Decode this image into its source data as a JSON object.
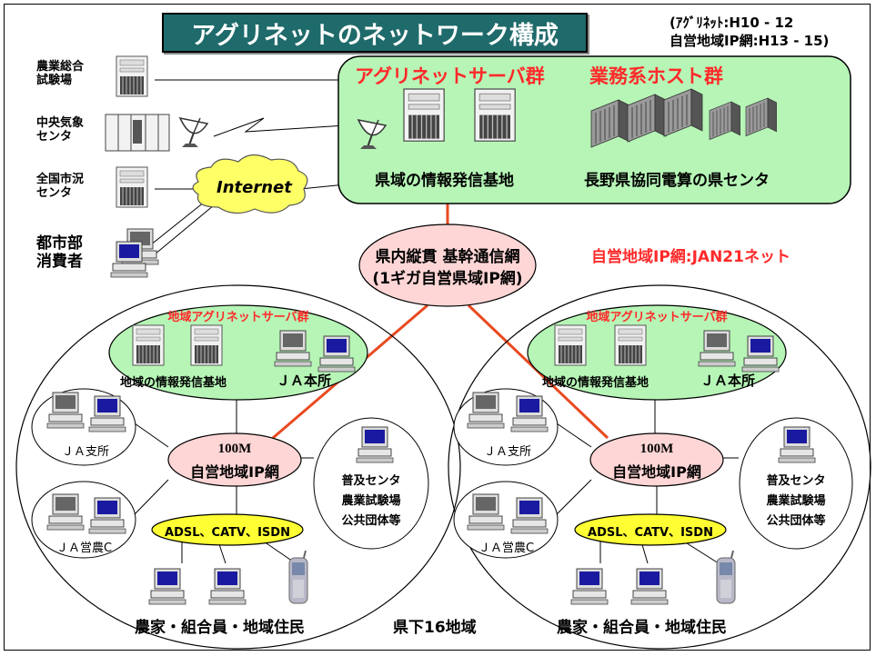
{
  "title": "アグリネットのネットワーク構成",
  "period": {
    "line1": "(ｱｸﾞﾘﾈｯﾄ:H10 - 12",
    "line2": "自営地域IP網:H13 - 15)"
  },
  "left_sites": [
    {
      "line1": "農業総合",
      "line2": "試験場"
    },
    {
      "line1": "中央気象",
      "line2": "センタ"
    },
    {
      "line1": "全国市況",
      "line2": "センタ"
    },
    {
      "line1": "都市部",
      "line2": "消費者"
    }
  ],
  "internet_label": "Internet",
  "server_panel": {
    "agri_title": "アグリネットサーバ群",
    "host_title": "業務系ホスト群",
    "agri_caption": "県域の情報発信基地",
    "host_caption": "長野県協同電算の県センタ"
  },
  "backbone": {
    "line1": "県内縦貫 基幹通信網",
    "line2": "(1ギガ自営県域IP網)"
  },
  "jan_label": "自営地域IP網:JAN21ネット",
  "regions": [
    {
      "server_title": "地域アグリネットサーバ群",
      "info_base": "地域の情報発信基地",
      "ja_head": "ＪＡ本所",
      "ja_branch": "ＪＡ支所",
      "ja_farm": "ＪＡ営農C",
      "net_line1": "100M",
      "net_line2": "自営地域IP網",
      "access": "ADSL、CATV、ISDN",
      "public_orgs": [
        "普及センタ",
        "農業試験場",
        "公共団体等"
      ],
      "users": "農家・組合員・地域住民"
    },
    {
      "server_title": "地域アグリネットサーバ群",
      "info_base": "地域の情報発信基地",
      "ja_head": "ＪＡ本所",
      "ja_branch": "ＪＡ支所",
      "ja_farm": "ＪＡ営農C",
      "net_line1": "100M",
      "net_line2": "自営地域IP網",
      "access": "ADSL、CATV、ISDN",
      "public_orgs": [
        "普及センタ",
        "農業試験場",
        "公共団体等"
      ],
      "users": "農家・組合員・地域住民"
    }
  ],
  "region_count": "県下16地域",
  "colors": {
    "title_bg": "#1f6a6a",
    "server_green": "#b6f5b6",
    "net_pink": "#ffd6d6",
    "access_yellow": "#ffff33",
    "red_text": "#ff2a2a",
    "line_red": "#e84a20"
  }
}
